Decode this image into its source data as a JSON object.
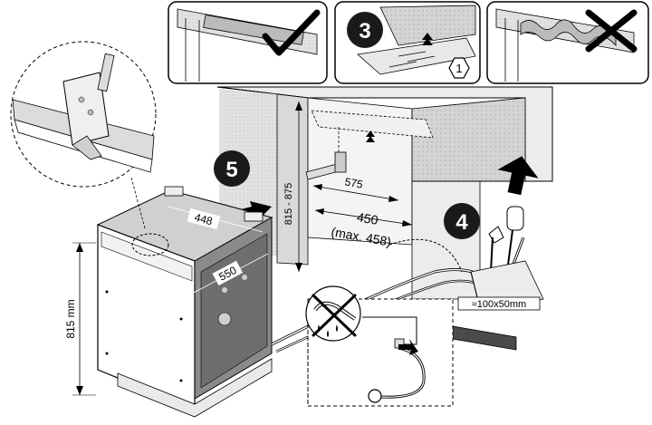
{
  "steps": {
    "step3": "3",
    "step4": "4",
    "step5": "5",
    "sub1": "1"
  },
  "dimensions": {
    "height_815": "815 mm",
    "cabinet_height": "815 - 875",
    "depth_575": "575",
    "width_450": "450",
    "width_max": "(max. 458)",
    "appliance_width": "448",
    "appliance_depth": "550",
    "opening": "≈100x50mm"
  },
  "icons": [
    "check-mark-icon",
    "cross-mark-icon",
    "move-up-arrow-icon",
    "water-drop-icon",
    "no-bend-hose-icon"
  ],
  "colors": {
    "line": "#000000",
    "panel_gray": "#d9d9d9",
    "light_gray": "#ececec",
    "dark_gray": "#4a4a4a",
    "badge": "#1a1a1a"
  }
}
